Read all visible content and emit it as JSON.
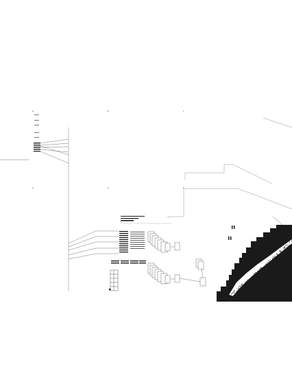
{
  "diagram": {
    "markers": [
      "a",
      "b",
      "c",
      "d",
      "e",
      "f"
    ],
    "colors": {
      "ink": "#1a1a1a",
      "line": "#555555",
      "faint": "#9a9a9a",
      "paper": "#ffffff"
    }
  }
}
